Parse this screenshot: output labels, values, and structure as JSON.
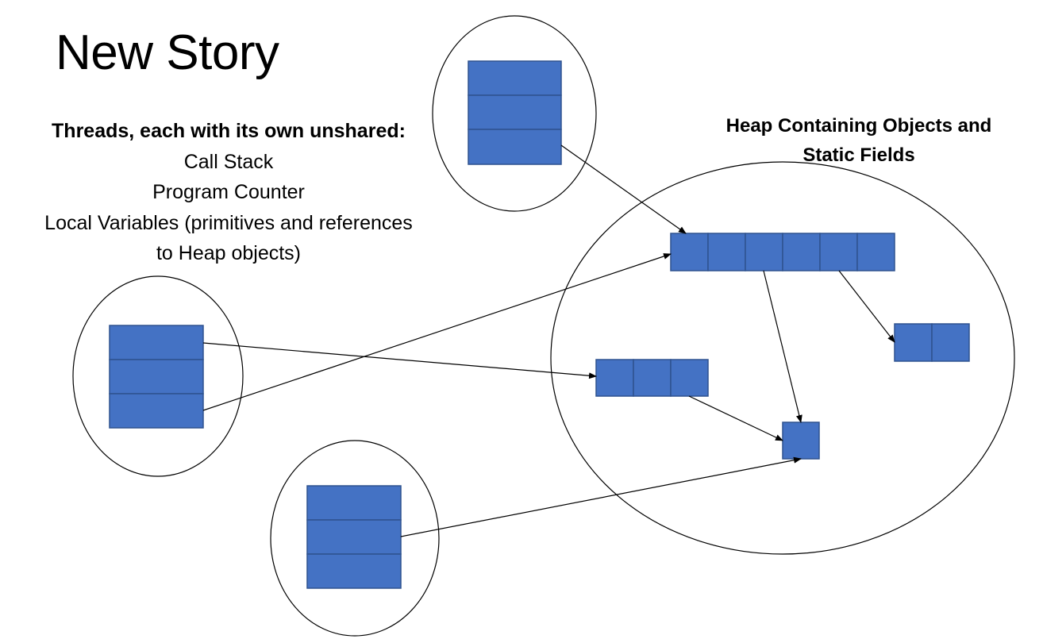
{
  "title": "New Story",
  "threads_heading": "Threads, each with its own unshared:",
  "threads_items": [
    "Call Stack",
    "Program Counter",
    "Local Variables (primitives and references",
    "to Heap objects)"
  ],
  "heap_label_lines": [
    "Heap Containing Objects and",
    "Static Fields"
  ],
  "colors": {
    "cell_fill": "#4472C4",
    "cell_stroke": "#2F528F",
    "line": "#000000",
    "background": "#FFFFFF"
  }
}
